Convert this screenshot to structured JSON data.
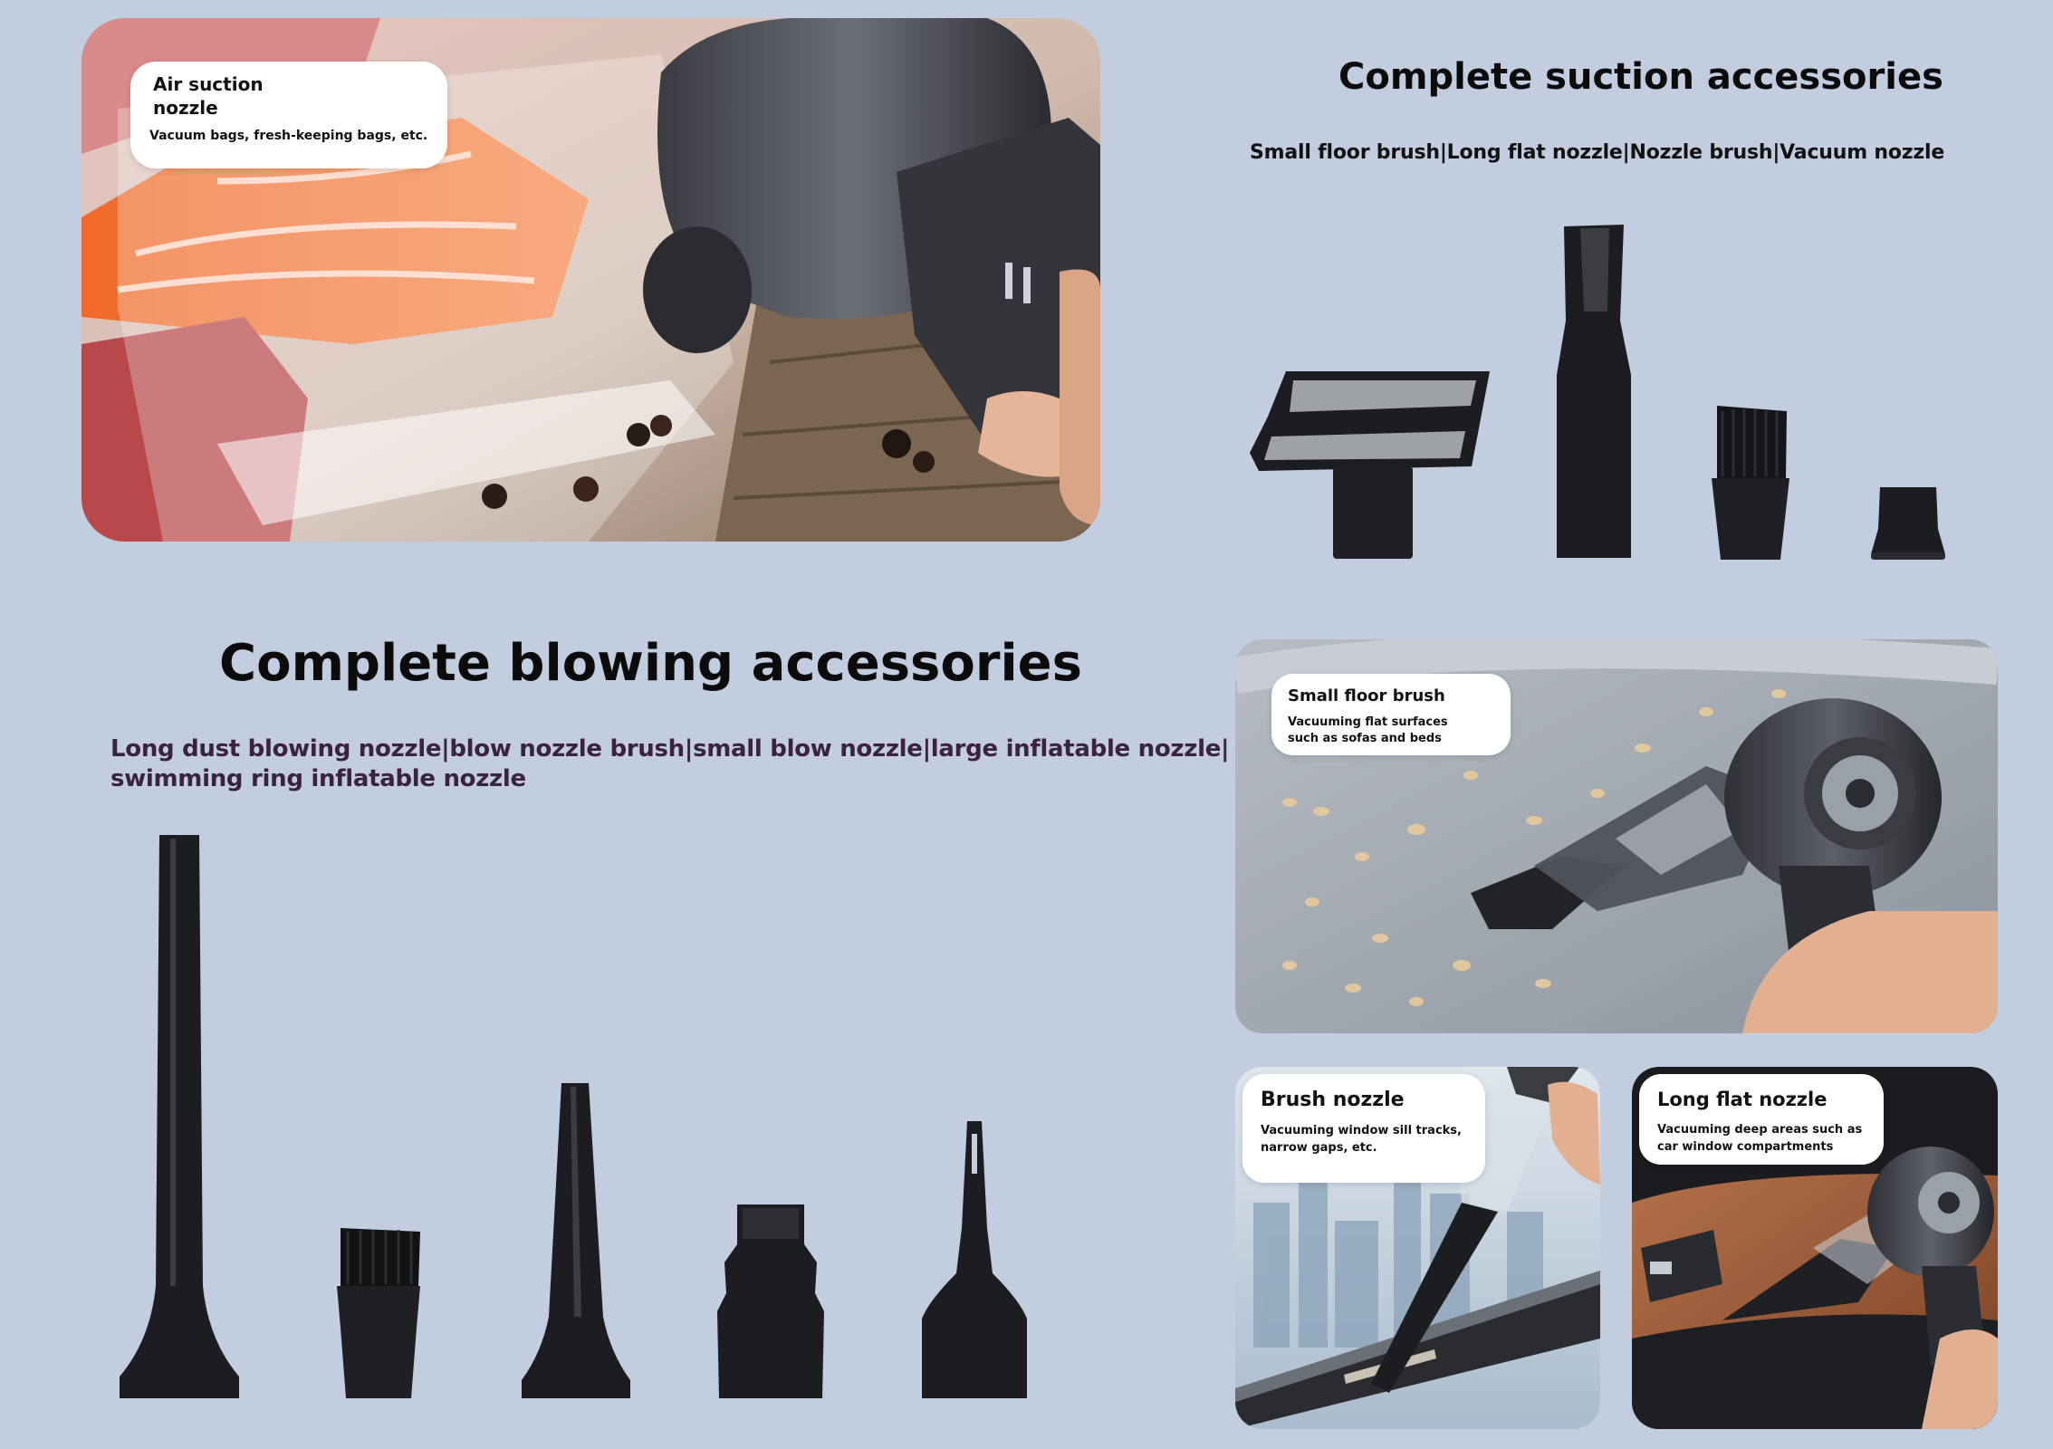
{
  "suction_photo": {
    "callout_title": "Air suction nozzle",
    "callout_desc": "Vacuum bags, fresh-keeping bags, etc."
  },
  "suction_section": {
    "heading": "Complete suction accessories",
    "subline": "Small floor brush|Long flat nozzle|Nozzle brush|Vacuum nozzle",
    "accessory_icons": [
      "small-floor-brush",
      "long-flat-nozzle",
      "nozzle-brush",
      "vacuum-nozzle"
    ]
  },
  "blowing_section": {
    "heading": "Complete blowing accessories",
    "subline_line1": "Long dust blowing nozzle|blow nozzle brush|small blow nozzle|large inflatable nozzle|",
    "subline_line2": "swimming ring inflatable nozzle",
    "accessory_icons": [
      "long-dust-blowing-nozzle",
      "blow-nozzle-brush",
      "small-blow-nozzle",
      "large-inflatable-nozzle",
      "swimming-ring-inflatable-nozzle"
    ]
  },
  "floor_brush_photo": {
    "callout_title": "Small floor brush",
    "callout_desc": "Vacuuming flat surfaces such as sofas and beds"
  },
  "brush_nozzle_photo": {
    "callout_title": "Brush nozzle",
    "callout_desc": "Vacuuming window sill tracks, narrow gaps, etc."
  },
  "long_flat_photo": {
    "callout_title": "Long flat nozzle",
    "callout_desc": "Vacuuming deep areas such as car window compartments"
  },
  "colors": {
    "background": "#c2cde0",
    "heading_text": "#0b0b0b",
    "blowing_subline_text": "#3a2340",
    "accessory_black": "#1c1d20"
  }
}
